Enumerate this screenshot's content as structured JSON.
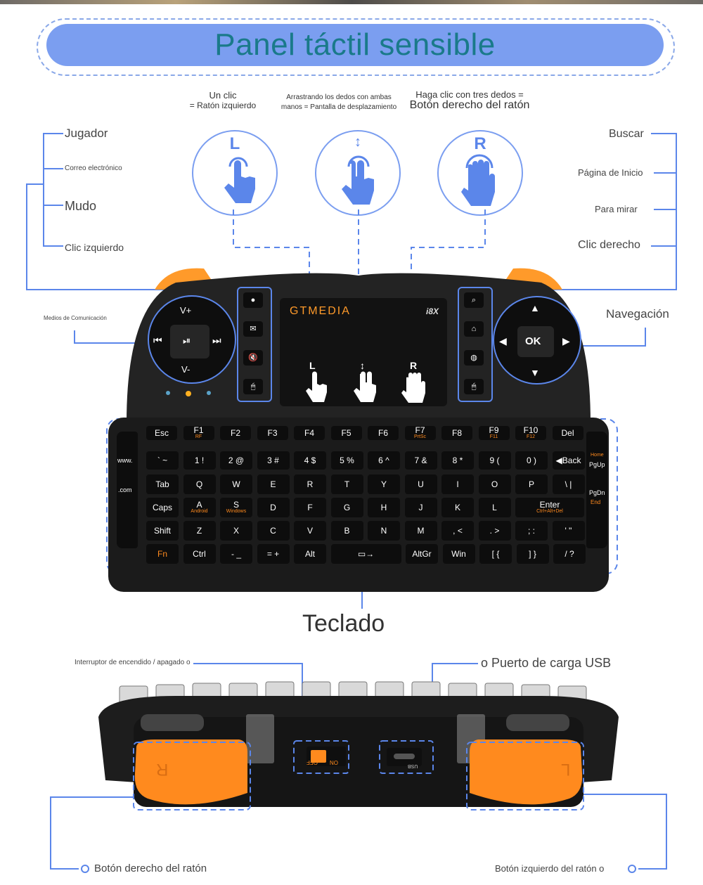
{
  "title": "Panel táctil sensible",
  "gestures": [
    {
      "letter": "L",
      "caption_line1": "Un clic",
      "caption_line2": "= Ratón izquierdo"
    },
    {
      "letter": "↕",
      "caption_line1": "Arrastrando los dedos con ambas",
      "caption_line2": "manos = Pantalla de desplazamiento"
    },
    {
      "letter": "R",
      "caption_line1": "Haga clic con tres dedos =",
      "caption_line2": "Botón derecho del ratón"
    }
  ],
  "left_labels": {
    "player": "Jugador",
    "email": "Correo electrónico",
    "mute": "Mudo",
    "left_click": "Clic izquierdo",
    "media": "Medios de Comunicación"
  },
  "right_labels": {
    "search": "Buscar",
    "home": "Página de Inicio",
    "watch": "Para mirar",
    "right_click": "Clic derecho",
    "navigation": "Navegación"
  },
  "brand": "GTMEDIA",
  "model": "i8X",
  "touchpad_letters": [
    "L",
    "↕",
    "R"
  ],
  "media_pad": {
    "up": "V+",
    "down": "V-",
    "left": "⏮",
    "center": "⏯",
    "right": "⏭"
  },
  "nav_pad": {
    "center": "OK"
  },
  "keyboard": {
    "fn_row": [
      "Esc",
      "F1",
      "F2",
      "F3",
      "F4",
      "F5",
      "F6",
      "F7",
      "F8",
      "F9",
      "F10",
      "Del"
    ],
    "fn_row_sub": [
      "",
      "RF",
      "",
      "",
      "",
      "",
      "",
      "PrtSc",
      "",
      "F11",
      "F12",
      ""
    ],
    "row1": [
      "` ~",
      "1 !",
      "2 @",
      "3 #",
      "4 $",
      "5 %",
      "6 ^",
      "7 &",
      "8 *",
      "9 (",
      "0 )",
      "◀Back"
    ],
    "row2": [
      "Tab",
      "Q",
      "W",
      "E",
      "R",
      "T",
      "Y",
      "U",
      "I",
      "O",
      "P",
      "\\ |"
    ],
    "row3": [
      "Caps",
      "A",
      "S",
      "D",
      "F",
      "G",
      "H",
      "J",
      "K",
      "L",
      "Enter"
    ],
    "row3_sub": {
      "A": "Android",
      "S": "Windows",
      "Enter": "Ctrl+Alt+Del"
    },
    "row4": [
      "Shift",
      "Z",
      "X",
      "C",
      "V",
      "B",
      "N",
      "M",
      ", <",
      ". >",
      "; :",
      "' \""
    ],
    "row5": [
      "Fn",
      "Ctrl",
      "- _",
      "= +",
      "Alt",
      "▭→",
      "AltGr",
      "Win",
      "[ {",
      "] }",
      "/ ?"
    ],
    "side_left": [
      "www.",
      ".com"
    ],
    "side_right_top": [
      "Home",
      "PgUp"
    ],
    "side_right_bottom": [
      "PgDn",
      "End"
    ]
  },
  "keyboard_label": "Teclado",
  "bottom_labels": {
    "power": "Interruptor de encendido / apagado o",
    "usb": "o Puerto de carga USB",
    "right_mouse": "Botón derecho del ratón",
    "left_mouse": "Botón izquierdo del ratón o"
  },
  "back_marks": {
    "switch_off": "OFF",
    "switch_on": "ON",
    "usb": "USB",
    "trigger_r": "R",
    "trigger_l": "L"
  },
  "colors": {
    "accent_blue": "#7b9ef0",
    "title_text": "#1a7a8a",
    "orange": "#ff8a1e",
    "keyboard_body": "#1e1e1e"
  }
}
